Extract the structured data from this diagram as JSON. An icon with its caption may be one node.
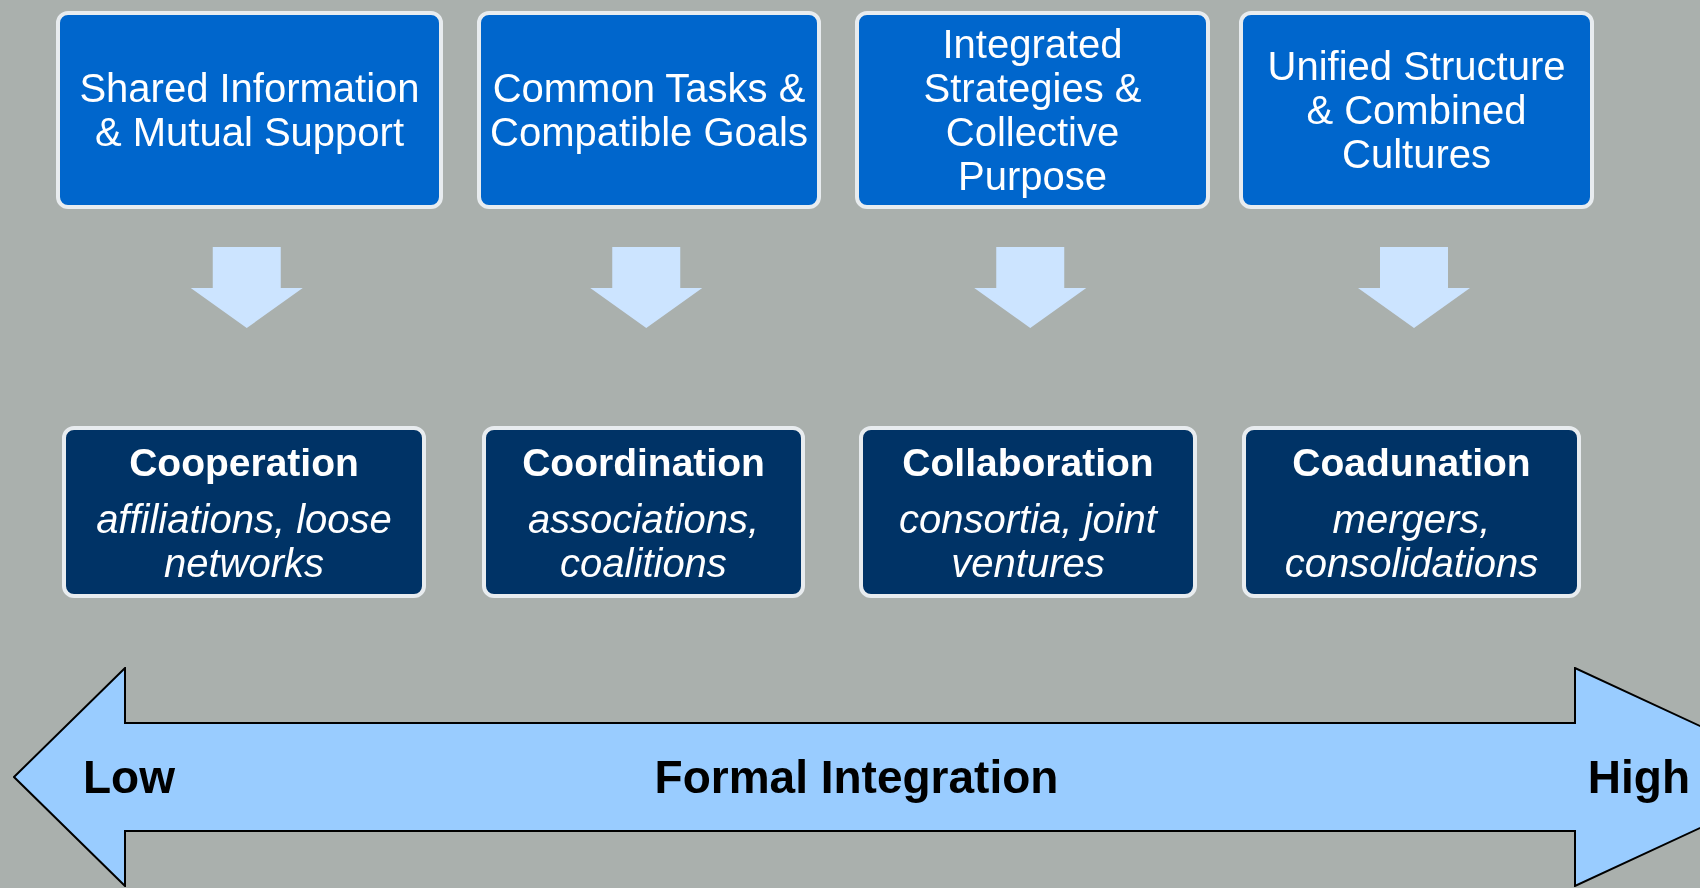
{
  "diagram": {
    "nodes": [
      {
        "text": [
          "Shared Information & Mutual Support"
        ]
      },
      {
        "text": [
          "Common Tasks & Compatible Goals"
        ]
      },
      {
        "text": [
          "Integrated Strategies & Collective Purpose"
        ]
      },
      {
        "text": [
          "Unified Structure & Combined Cultures"
        ]
      },
      {
        "text": [
          "Cooperation",
          "affiliations, loose networks"
        ]
      },
      {
        "text": [
          "Coordination",
          "associations, coalitions"
        ]
      },
      {
        "text": [
          "Collaboration",
          "consortia, joint ventures"
        ]
      },
      {
        "text": [
          "Coadunation",
          "mergers, consolidations"
        ]
      },
      {
        "text": [
          "Low",
          "Formal Integration",
          "High"
        ]
      }
    ],
    "edges": [
      {
        "from": 0,
        "to": 4,
        "arrow": "to"
      },
      {
        "from": 1,
        "to": 5,
        "arrow": "to"
      },
      {
        "from": 2,
        "to": 6,
        "arrow": "to"
      },
      {
        "from": 3,
        "to": 7,
        "arrow": "to"
      }
    ]
  }
}
